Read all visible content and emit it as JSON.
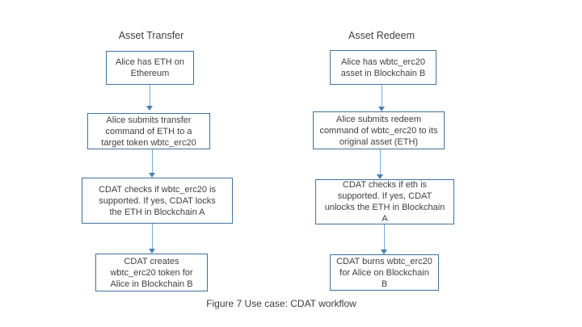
{
  "diagram": {
    "caption": "Figure 7 Use case: CDAT workflow",
    "colors": {
      "box_border": "#41719c",
      "arrow_line": "#79abd9",
      "arrow_head": "#4a80ad",
      "text": "#404040",
      "background": "#ffffff"
    },
    "columns": [
      {
        "title": "Asset Transfer",
        "boxes": [
          {
            "text": "Alice has ETH on\nEthereum"
          },
          {
            "text": "Alice submits transfer\ncommand of ETH to a\ntarget token wbtc_erc20"
          },
          {
            "text": "CDAT checks if wbtc_erc20 is\nsupported. If yes, CDAT locks\nthe ETH in Blockchain A"
          },
          {
            "text": "CDAT creates\nwbtc_erc20 token for\nAlice in Blockchain B"
          }
        ]
      },
      {
        "title": "Asset Redeem",
        "boxes": [
          {
            "text": "Alice has wbtc_erc20\nasset in Blockchain B"
          },
          {
            "text": "Alice submits redeem\ncommand of wbtc_erc20 to its\noriginal asset (ETH)"
          },
          {
            "text": "CDAT checks if eth is\nsupported. If yes, CDAT\nunlocks the ETH in Blockchain\nA"
          },
          {
            "text": "CDAT burns wbtc_erc20\nfor Alice on Blockchain\nB"
          }
        ]
      }
    ]
  }
}
